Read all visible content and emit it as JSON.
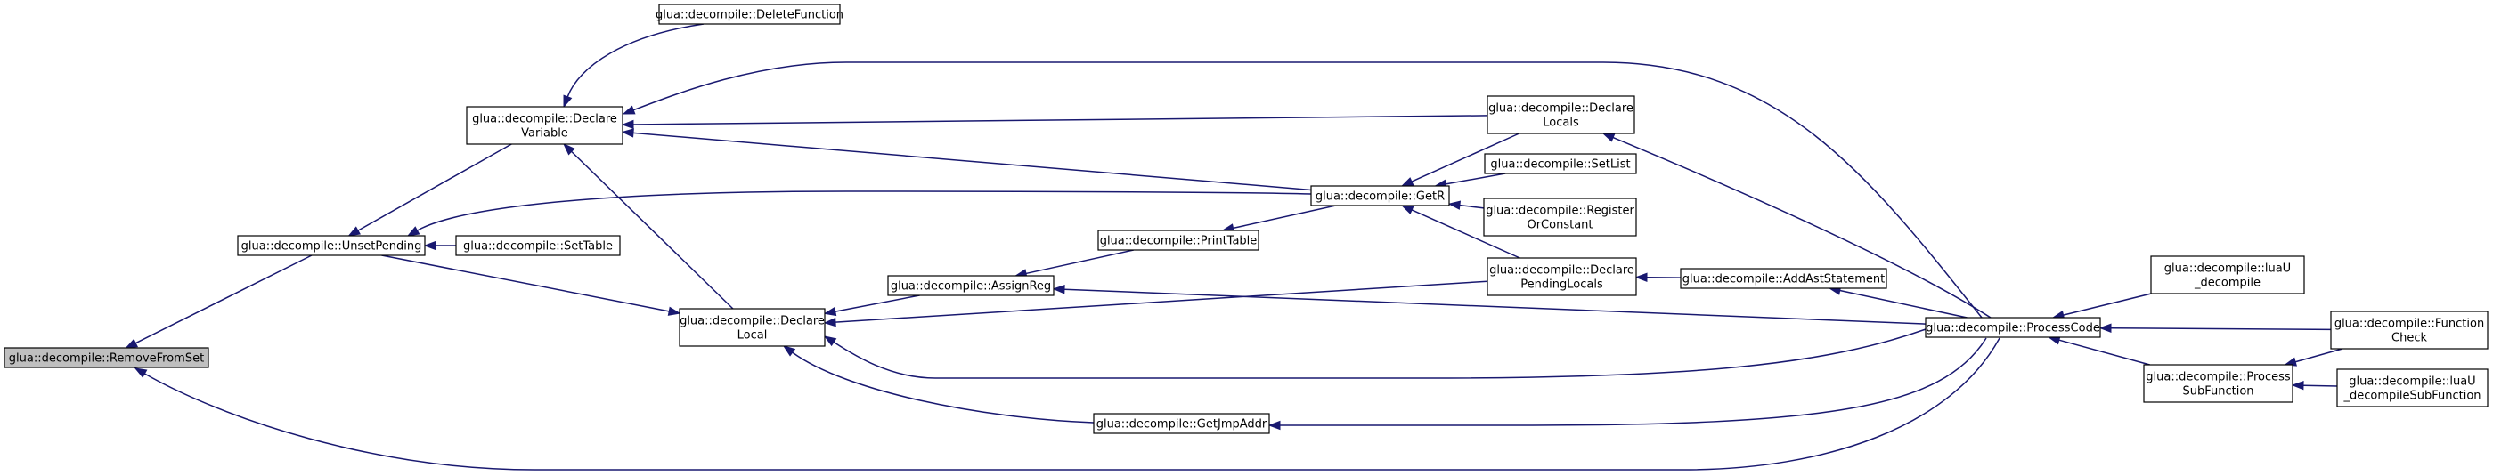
{
  "nodes": [
    {
      "id": "RemoveFromSet",
      "lines": [
        "glua::decompile::RemoveFromSet"
      ],
      "highlight": true
    },
    {
      "id": "UnsetPending",
      "lines": [
        "glua::decompile::UnsetPending"
      ]
    },
    {
      "id": "SetTable",
      "lines": [
        "glua::decompile::SetTable"
      ]
    },
    {
      "id": "DeclareVariable",
      "lines": [
        "glua::decompile::Declare",
        "Variable"
      ]
    },
    {
      "id": "DeleteFunction",
      "lines": [
        "glua::decompile::DeleteFunction"
      ]
    },
    {
      "id": "DeclareLocal",
      "lines": [
        "glua::decompile::Declare",
        "Local"
      ]
    },
    {
      "id": "AssignReg",
      "lines": [
        "glua::decompile::AssignReg"
      ]
    },
    {
      "id": "PrintTable",
      "lines": [
        "glua::decompile::PrintTable"
      ]
    },
    {
      "id": "GetR",
      "lines": [
        "glua::decompile::GetR"
      ]
    },
    {
      "id": "GetJmpAddr",
      "lines": [
        "glua::decompile::GetJmpAddr"
      ]
    },
    {
      "id": "DeclareLocals",
      "lines": [
        "glua::decompile::Declare",
        "Locals"
      ]
    },
    {
      "id": "SetList",
      "lines": [
        "glua::decompile::SetList"
      ]
    },
    {
      "id": "RegisterOrConstant",
      "lines": [
        "glua::decompile::Register",
        "OrConstant"
      ]
    },
    {
      "id": "DeclarePendingLocals",
      "lines": [
        "glua::decompile::Declare",
        "PendingLocals"
      ]
    },
    {
      "id": "AddAstStatement",
      "lines": [
        "glua::decompile::AddAstStatement"
      ]
    },
    {
      "id": "ProcessCode",
      "lines": [
        "glua::decompile::ProcessCode"
      ]
    },
    {
      "id": "luaU_decompile",
      "lines": [
        "glua::decompile::luaU",
        "_decompile"
      ]
    },
    {
      "id": "ProcessSubFunction",
      "lines": [
        "glua::decompile::Process",
        "SubFunction"
      ]
    },
    {
      "id": "FunctionCheck",
      "lines": [
        "glua::decompile::Function",
        "Check"
      ]
    },
    {
      "id": "luaU_decompileSubFunction",
      "lines": [
        "glua::decompile::luaU",
        "_decompileSubFunction"
      ]
    }
  ],
  "edges": [
    {
      "from": "UnsetPending",
      "to": "RemoveFromSet"
    },
    {
      "from": "ProcessCode",
      "to": "RemoveFromSet"
    },
    {
      "from": "SetTable",
      "to": "UnsetPending"
    },
    {
      "from": "DeclareVariable",
      "to": "UnsetPending"
    },
    {
      "from": "GetR",
      "to": "UnsetPending"
    },
    {
      "from": "UnsetPending",
      "to": "DeclareLocal"
    },
    {
      "from": "DeleteFunction",
      "to": "DeclareVariable"
    },
    {
      "from": "ProcessCode",
      "to": "DeclareVariable"
    },
    {
      "from": "DeclareLocals",
      "to": "DeclareVariable"
    },
    {
      "from": "GetR",
      "to": "DeclareVariable"
    },
    {
      "from": "DeclareLocal",
      "to": "DeclareVariable"
    },
    {
      "from": "AssignReg",
      "to": "DeclareLocal"
    },
    {
      "from": "DeclarePendingLocals",
      "to": "DeclareLocal"
    },
    {
      "from": "ProcessCode",
      "to": "DeclareLocal"
    },
    {
      "from": "GetJmpAddr",
      "to": "DeclareLocal"
    },
    {
      "from": "PrintTable",
      "to": "AssignReg"
    },
    {
      "from": "ProcessCode",
      "to": "AssignReg"
    },
    {
      "from": "GetR",
      "to": "PrintTable"
    },
    {
      "from": "DeclareLocals",
      "to": "GetR"
    },
    {
      "from": "SetList",
      "to": "GetR"
    },
    {
      "from": "RegisterOrConstant",
      "to": "GetR"
    },
    {
      "from": "DeclarePendingLocals",
      "to": "GetR"
    },
    {
      "from": "ProcessCode",
      "to": "GetJmpAddr"
    },
    {
      "from": "ProcessCode",
      "to": "DeclareLocals"
    },
    {
      "from": "AddAstStatement",
      "to": "DeclarePendingLocals"
    },
    {
      "from": "ProcessCode",
      "to": "AddAstStatement"
    },
    {
      "from": "luaU_decompile",
      "to": "ProcessCode"
    },
    {
      "from": "ProcessSubFunction",
      "to": "ProcessCode"
    },
    {
      "from": "FunctionCheck",
      "to": "ProcessCode"
    },
    {
      "from": "FunctionCheck",
      "to": "ProcessSubFunction"
    },
    {
      "from": "luaU_decompileSubFunction",
      "to": "ProcessSubFunction"
    }
  ],
  "colors": {
    "edge": "#191970",
    "highlight_fill": "#bfbfbf"
  }
}
